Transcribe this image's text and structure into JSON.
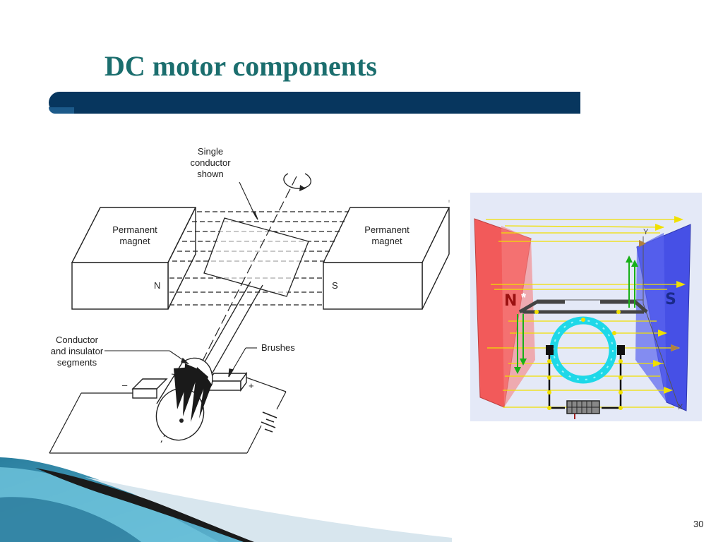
{
  "slide": {
    "title": "DC motor components",
    "page_number": "30"
  },
  "left_diagram": {
    "magnet_left": {
      "line1": "Permanent",
      "line2": "magnet",
      "pole": "N"
    },
    "magnet_right": {
      "line1": "Permanent",
      "line2": "magnet",
      "pole": "S"
    },
    "single_conductor": [
      "Single",
      "conductor",
      "shown"
    ],
    "conductor_segments": [
      "Conductor",
      "and insulator",
      "segments"
    ],
    "brushes": "Brushes",
    "minus": "–",
    "plus": "+"
  },
  "right_diagram": {
    "pole_n": "N",
    "pole_s": "S",
    "axis_y": "Y",
    "axis_x": "X",
    "colors": {
      "north_magnet": "#f25a5a",
      "south_magnet": "#4650e6",
      "field_lines": "#f0e000",
      "armature_ring": "#1ed8e8",
      "force_arrows": "#18b018",
      "current_arrows": "#b08040"
    }
  }
}
